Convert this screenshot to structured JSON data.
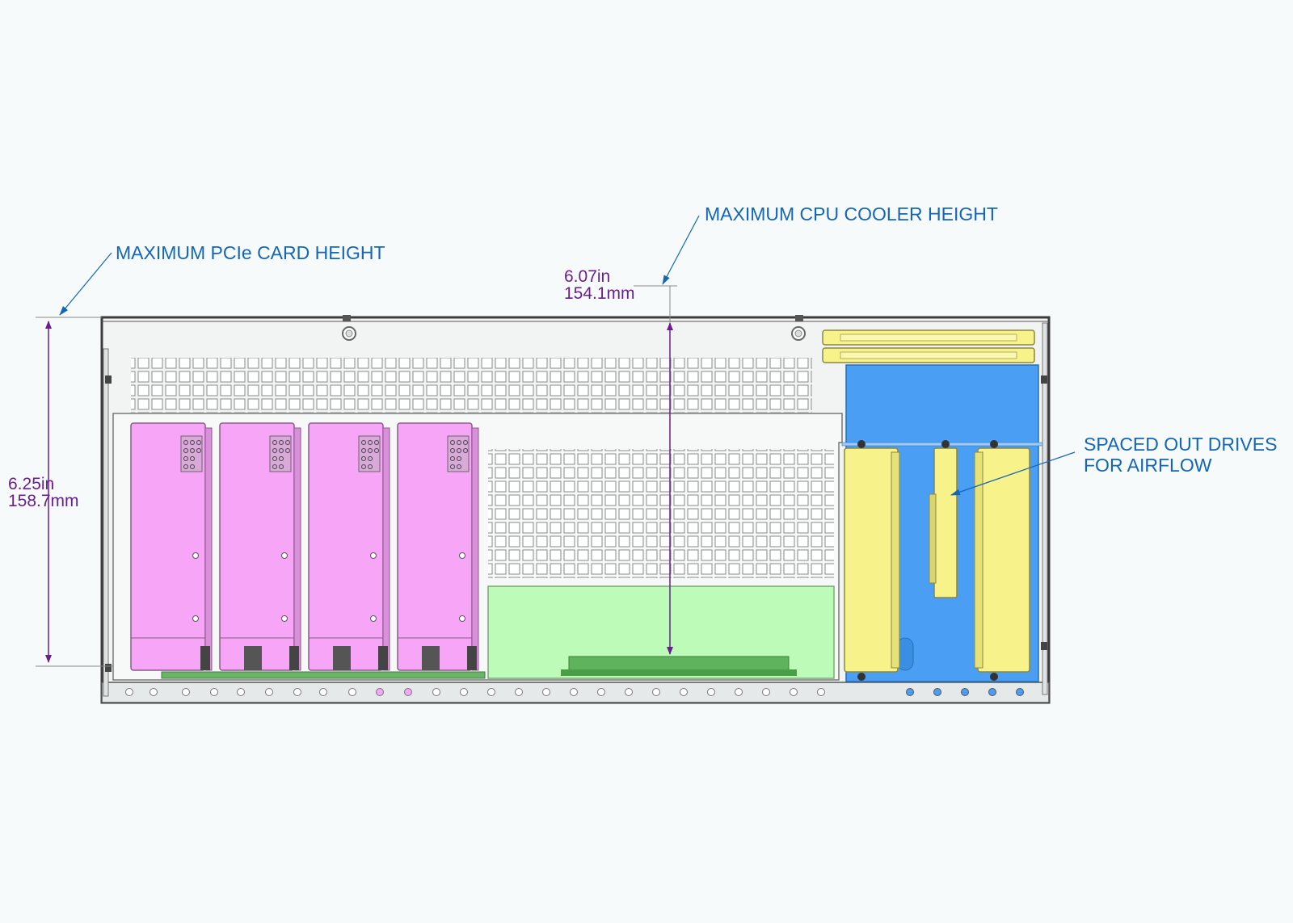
{
  "callouts": {
    "pcie": "MAXIMUM PCIe CARD HEIGHT",
    "cpu": "MAXIMUM CPU COOLER HEIGHT",
    "drives_line1": "SPACED OUT DRIVES",
    "drives_line2": "FOR AIRFLOW"
  },
  "dimensions": {
    "cpu_in": "6.07in",
    "cpu_mm": "154.1mm",
    "pcie_in": "6.25in",
    "pcie_mm": "158.7mm"
  },
  "colors": {
    "callout_text": "#1466b8",
    "dimension_text": "#6a1f8f",
    "gpu_cards": "#f7a6f7",
    "motherboard": "#bdfbb9",
    "drive_bay": "#4a9ff5",
    "drives": "#f7f38a",
    "chassis": "#f2f4f4"
  }
}
